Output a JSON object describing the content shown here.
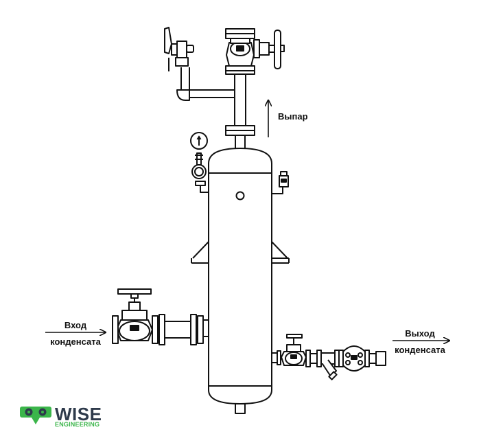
{
  "labels": {
    "vapor": "Выпар",
    "inlet_line1": "Вход",
    "inlet_line2": "конденсата",
    "outlet_line1": "Выход",
    "outlet_line2": "конденсата"
  },
  "logo": {
    "brand": "WISE",
    "sub": "ENGINEERING"
  },
  "colors": {
    "line": "#111111",
    "brand_green": "#3bb54a",
    "brand_dark": "#2e3a4b"
  }
}
